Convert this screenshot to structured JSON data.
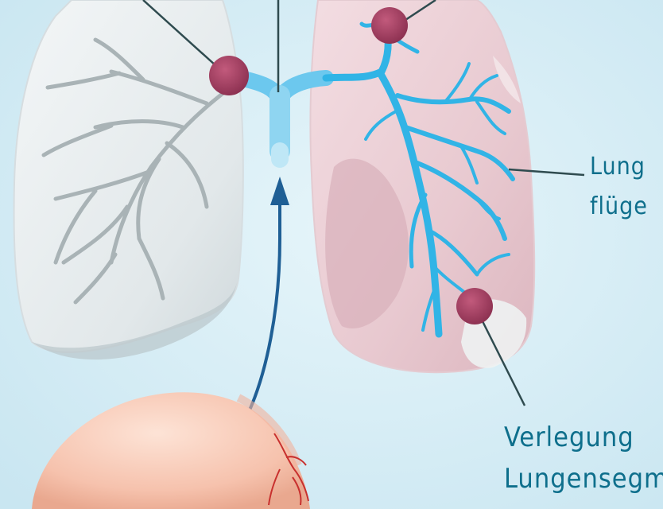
{
  "labels": {
    "lung_wing_line1": "Lung",
    "lung_wing_line2": "flüge",
    "blockage_line1": "Verlegung",
    "blockage_line2": "Lungensegm"
  },
  "colors": {
    "background": "#d9eef6",
    "label_text": "#0e6f8c",
    "airway": "#31b4e6",
    "embolus": "#9b3c5e",
    "leader_line": "#2f4b4f"
  }
}
